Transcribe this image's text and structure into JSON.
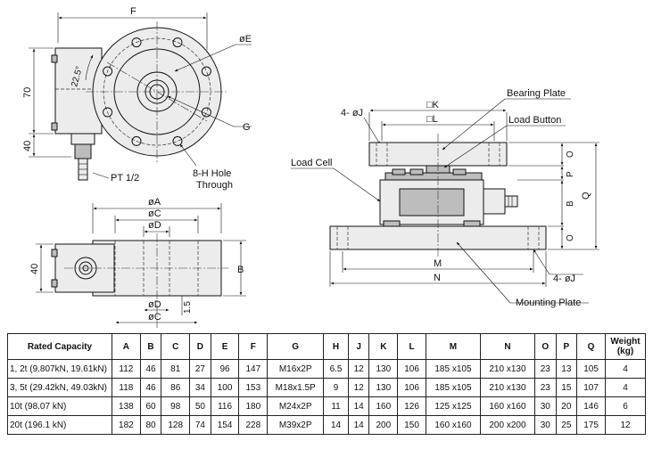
{
  "top_view": {
    "dim_F": "F",
    "dim_E": "øE",
    "dim_G": "G",
    "dim_70": "70",
    "dim_40": "40",
    "angle": "22.5°",
    "port": "PT 1/2",
    "hole_line1": "8-H Hole",
    "hole_line2": "Through"
  },
  "side_view": {
    "dim_A": "øA",
    "dim_C": "øC",
    "dim_D": "øD",
    "dim_D2": "øD",
    "dim_C2": "øC",
    "dim_40": "40",
    "dim_B": "B",
    "dim_1_5": "1.5"
  },
  "assembly_view": {
    "bearing_plate": "Bearing Plate",
    "load_button": "Load Button",
    "load_cell": "Load Cell",
    "mounting_plate": "Mounting Plate",
    "dim_K": "□K",
    "dim_L": "□L",
    "dim_4J_top": "4- øJ",
    "dim_4J_bottom": "4- øJ",
    "dim_M": "M",
    "dim_N": "N",
    "dim_P": "P",
    "dim_O_top": "O",
    "dim_B": "B",
    "dim_O_bottom": "O",
    "dim_Q": "Q"
  },
  "table": {
    "headers": [
      "Rated Capacity",
      "A",
      "B",
      "C",
      "D",
      "E",
      "F",
      "G",
      "H",
      "J",
      "K",
      "L",
      "M",
      "N",
      "O",
      "P",
      "Q",
      "Weight (kg)"
    ],
    "rows": [
      [
        "1, 2t (9.807kN, 19.61kN)",
        "112",
        "46",
        "81",
        "27",
        "96",
        "147",
        "M16x2P",
        "6.5",
        "12",
        "130",
        "106",
        "185 x105",
        "210 x130",
        "23",
        "13",
        "105",
        "4"
      ],
      [
        "3, 5t (29.42kN, 49.03kN)",
        "118",
        "46",
        "86",
        "34",
        "100",
        "153",
        "M18x1.5P",
        "9",
        "12",
        "130",
        "106",
        "185 x105",
        "210 x130",
        "23",
        "15",
        "107",
        "4"
      ],
      [
        "10t (98.07 kN)",
        "138",
        "60",
        "98",
        "50",
        "116",
        "180",
        "M24x2P",
        "11",
        "14",
        "160",
        "126",
        "125 x125",
        "160 x160",
        "30",
        "20",
        "146",
        "6"
      ],
      [
        "20t (196.1 kN)",
        "182",
        "80",
        "128",
        "74",
        "154",
        "228",
        "M39x2P",
        "14",
        "14",
        "200",
        "150",
        "160 x160",
        "200 x200",
        "30",
        "25",
        "175",
        "12"
      ]
    ]
  }
}
